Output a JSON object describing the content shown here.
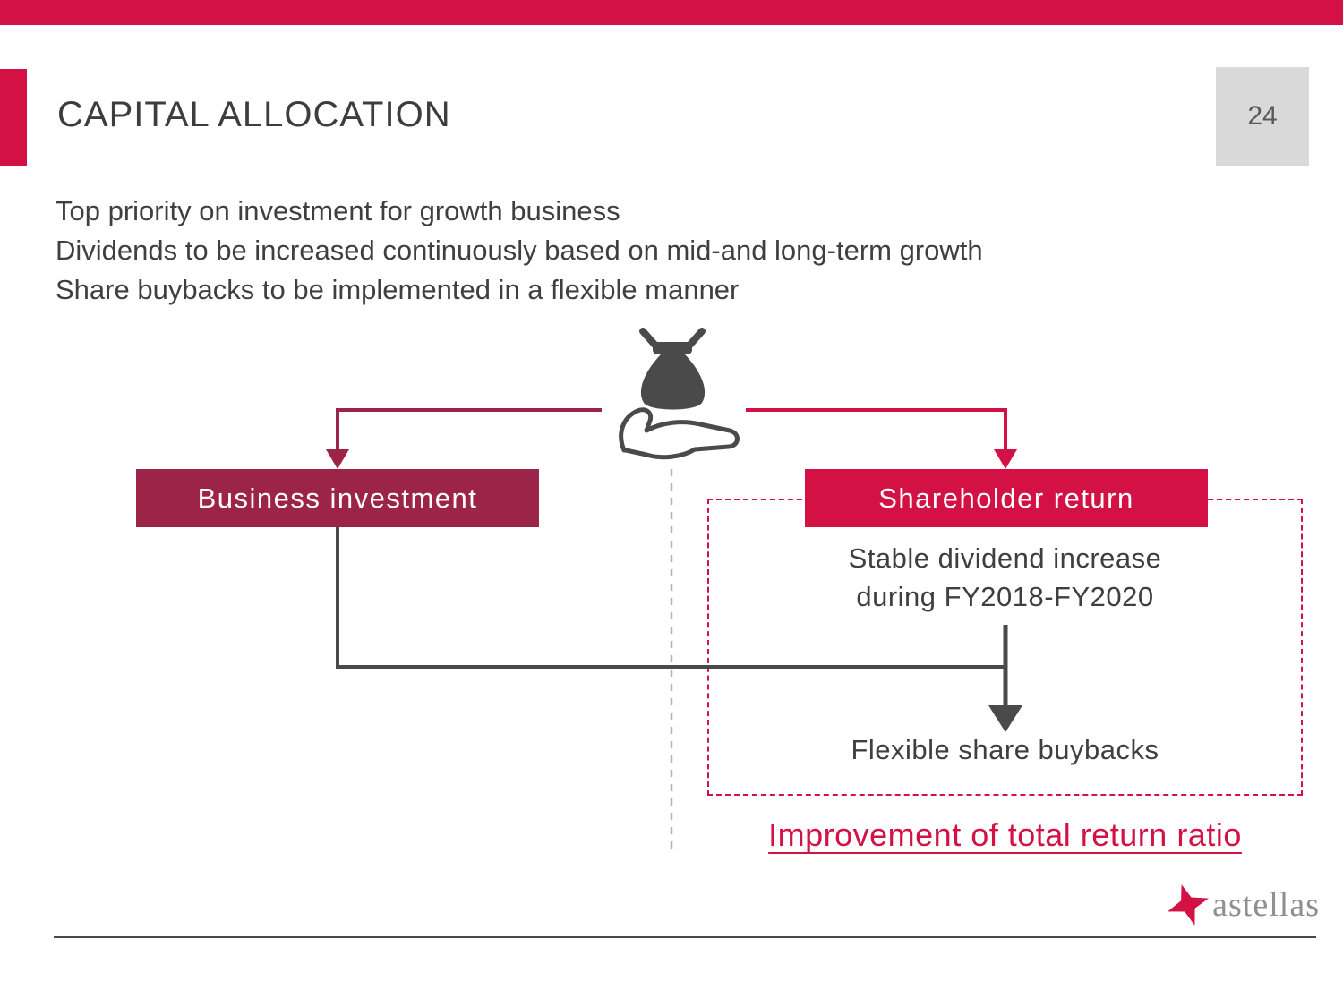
{
  "colors": {
    "brand_red": "#d31145",
    "maroon": "#9d2449",
    "line_gray": "#4a4a4a",
    "text_gray": "#3f3f3f",
    "page_box_gray": "#d9d9d9"
  },
  "slide": {
    "title": "CAPITAL ALLOCATION",
    "page_number": "24",
    "intro_lines": [
      "Top priority on investment for growth business",
      "Dividends to be increased continuously based on mid-and long-term growth",
      "Share buybacks to be implemented in a flexible manner"
    ]
  },
  "diagram": {
    "money_icon": "money-bag-in-hand-icon",
    "left_box_label": "Business investment",
    "right_box_label": "Shareholder return",
    "dividend_line1": "Stable dividend increase",
    "dividend_line2": "during FY2018-FY2020",
    "buybacks_label": "Flexible share buybacks",
    "conclusion": "Improvement of total return ratio"
  },
  "footer": {
    "logo_text": "astellas"
  }
}
